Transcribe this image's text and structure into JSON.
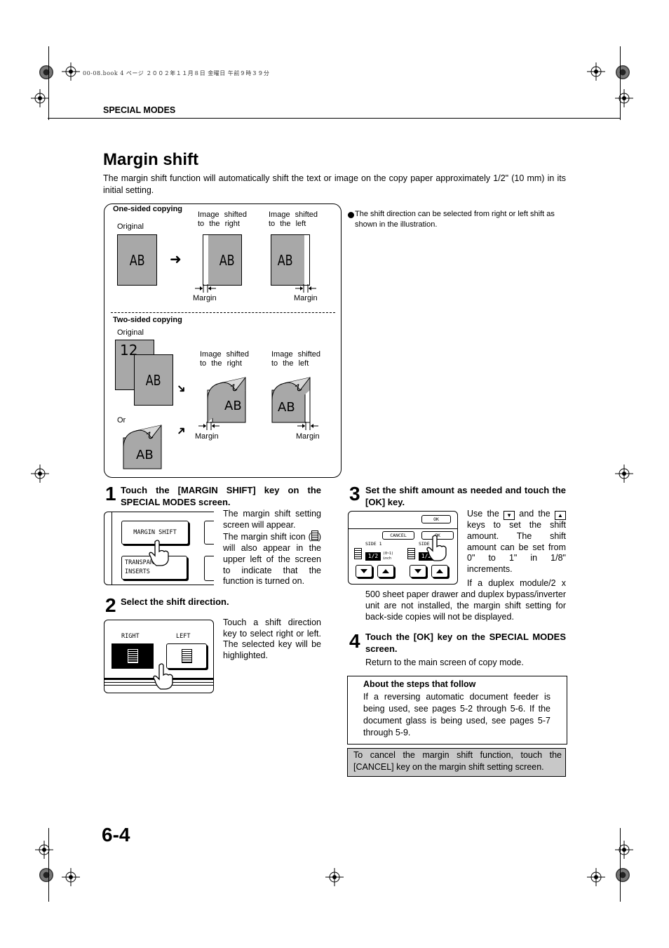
{
  "print_meta": "00-08.book  4 ページ  ２００２年１１月８日  金曜日  午前９時３９分",
  "header": {
    "section": "SPECIAL MODES"
  },
  "page_title": "Margin shift",
  "intro": "The margin shift function will automatically shift the text or image on the copy paper approximately 1/2\" (10 mm) in its initial setting.",
  "illustration": {
    "one_sided": {
      "label": "One-sided copying",
      "original": "Original",
      "shift_right": "Image shifted to the right",
      "shift_left": "Image shifted to the left",
      "margin": "Margin",
      "page_text": "AB"
    },
    "two_sided": {
      "label": "Two-sided copying",
      "original": "Original",
      "or": "Or",
      "shift_right": "Image shifted to the right",
      "shift_left": "Image shifted to the left",
      "margin": "Margin",
      "back_text": "12",
      "page_text": "AB"
    }
  },
  "side_note": "The shift direction can be selected from right or left shift as shown in the illustration.",
  "steps": [
    {
      "num": "1",
      "title": "Touch the [MARGIN SHIFT] key on the SPECIAL MODES screen.",
      "text_a": "The margin shift setting screen will appear.",
      "text_b1": "The margin shift icon (",
      "text_b2": ") will also appear in the upper left of the screen to indicate that the function is turned on.",
      "screen": {
        "key1": "MARGIN SHIFT",
        "key2_l1": "TRANSPARENCY",
        "key2_l2": "INSERTS"
      }
    },
    {
      "num": "2",
      "title": "Select the shift direction.",
      "text": "Touch a shift direction key to select right or left. The selected key will be highlighted.",
      "screen": {
        "right": "RIGHT",
        "left": "LEFT"
      }
    },
    {
      "num": "3",
      "title": "Set the shift amount as needed and touch the [OK] key.",
      "text_a1": "Use the",
      "text_a2": "and the",
      "text_a3": "keys to set the shift amount. The shift amount can be set from 0\" to 1\" in 1/8\" increments.",
      "text_b": "If a duplex module/2 x 500 sheet paper drawer and duplex bypass/inverter unit are not installed, the margin shift setting for back-side copies will not be displayed.",
      "screen": {
        "ok_top": "OK",
        "cancel": "CANCEL",
        "ok": "OK",
        "side1": "SIDE 1",
        "side2": "SIDE 2",
        "value1": "1/2",
        "value2": "1/2",
        "range": "(0~1)",
        "unit": "inch"
      }
    },
    {
      "num": "4",
      "title": "Touch the [OK] key on the SPECIAL MODES screen.",
      "text": "Return to the main screen of copy mode."
    }
  ],
  "about_box": {
    "title": "About the steps that follow",
    "text": "If a reversing automatic document feeder is being used, see pages 5-2 through 5-6. If the document glass is being used, see pages 5-7 through 5-9."
  },
  "cancel_note": "To cancel the margin shift function, touch the [CANCEL] key on the margin shift setting screen.",
  "page_number": "6-4",
  "colors": {
    "page_gray": "#a8a8a8",
    "highlight_box": "#c8c8c8",
    "ink": "#000000"
  },
  "icons": [
    "registration-mark-icon",
    "color-target-icon",
    "arrow-icon",
    "hand-pointer-icon",
    "margin-shift-icon",
    "down-arrow-key-icon",
    "up-arrow-key-icon"
  ]
}
